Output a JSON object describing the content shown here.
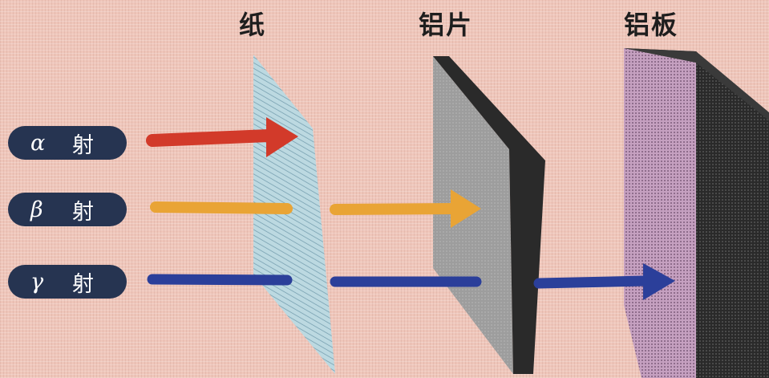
{
  "materials": {
    "paper": "纸",
    "aluminum_foil": "铝片",
    "aluminum_plate": "铝板"
  },
  "rays": [
    {
      "symbol": "α",
      "label": "射",
      "color": "#d23a2a",
      "penetrates": "none"
    },
    {
      "symbol": "β",
      "label": "射",
      "color": "#e9a435",
      "penetrates": "paper"
    },
    {
      "symbol": "γ",
      "label": "射",
      "color": "#2b3f9a",
      "penetrates": "paper, aluminum foil"
    }
  ],
  "colors": {
    "background": "#efc6ba",
    "pill": "#263451",
    "paper": "#b8d6df",
    "foil_face": "#9a9a9a",
    "foil_edge": "#2a2a2a",
    "plate_face": "#c9a6c4",
    "plate_front": "#2c2c2c"
  }
}
